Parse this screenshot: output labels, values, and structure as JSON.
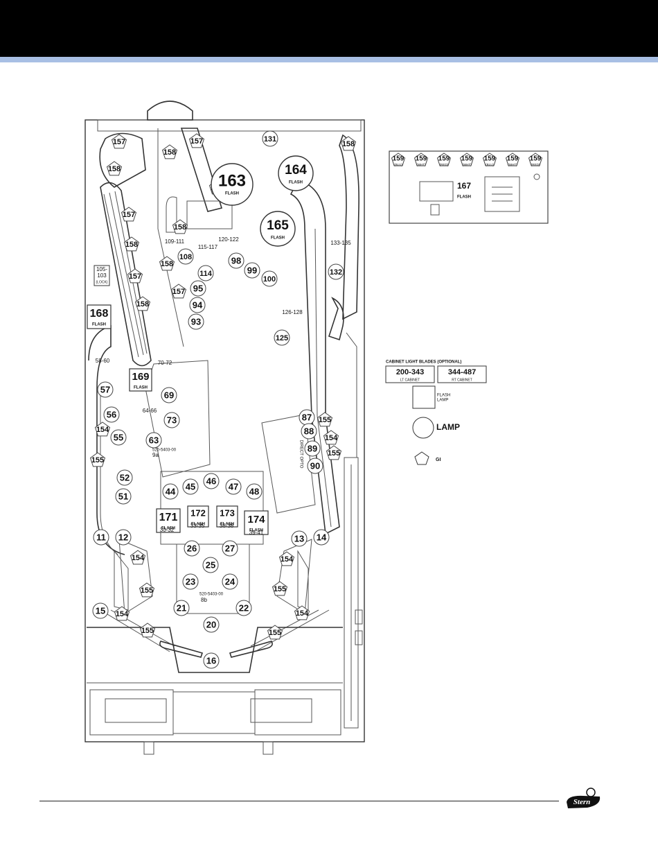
{
  "lamps": [
    {
      "id": "l157a",
      "t": "157"
    },
    {
      "id": "l158a",
      "t": "158"
    },
    {
      "id": "l157b",
      "t": "157"
    },
    {
      "id": "l131",
      "t": "131"
    },
    {
      "id": "l158b",
      "t": "158"
    },
    {
      "id": "l158c",
      "t": "158"
    },
    {
      "id": "l158d",
      "t": "158"
    },
    {
      "id": "l157c",
      "t": "157"
    },
    {
      "id": "l158e",
      "t": "158"
    },
    {
      "id": "l158f",
      "t": "158"
    },
    {
      "id": "l157d",
      "t": "157"
    },
    {
      "id": "l158g",
      "t": "158"
    },
    {
      "id": "l157e",
      "t": "157"
    },
    {
      "id": "l158h",
      "t": "158"
    },
    {
      "id": "l108",
      "t": "108"
    },
    {
      "id": "l114",
      "t": "114"
    },
    {
      "id": "l95",
      "t": "95"
    },
    {
      "id": "l94",
      "t": "94"
    },
    {
      "id": "l93",
      "t": "93"
    },
    {
      "id": "l98",
      "t": "98"
    },
    {
      "id": "l99",
      "t": "99"
    },
    {
      "id": "l100",
      "t": "100"
    },
    {
      "id": "l132",
      "t": "132"
    },
    {
      "id": "l125",
      "t": "125"
    },
    {
      "id": "l57",
      "t": "57"
    },
    {
      "id": "l56",
      "t": "56"
    },
    {
      "id": "l55",
      "t": "55"
    },
    {
      "id": "l154a",
      "t": "154"
    },
    {
      "id": "l155a",
      "t": "155"
    },
    {
      "id": "l69",
      "t": "69"
    },
    {
      "id": "l73",
      "t": "73"
    },
    {
      "id": "l63",
      "t": "63"
    },
    {
      "id": "l52",
      "t": "52"
    },
    {
      "id": "l51",
      "t": "51"
    },
    {
      "id": "l44",
      "t": "44"
    },
    {
      "id": "l45",
      "t": "45"
    },
    {
      "id": "l46",
      "t": "46"
    },
    {
      "id": "l47",
      "t": "47"
    },
    {
      "id": "l48",
      "t": "48"
    },
    {
      "id": "l87",
      "t": "87"
    },
    {
      "id": "l88",
      "t": "88"
    },
    {
      "id": "l89",
      "t": "89"
    },
    {
      "id": "l90",
      "t": "90"
    },
    {
      "id": "l155b",
      "t": "155"
    },
    {
      "id": "l154b",
      "t": "154"
    },
    {
      "id": "l155c",
      "t": "155"
    },
    {
      "id": "l11",
      "t": "11"
    },
    {
      "id": "l12",
      "t": "12"
    },
    {
      "id": "l13",
      "t": "13"
    },
    {
      "id": "l14",
      "t": "14"
    },
    {
      "id": "l154c",
      "t": "154"
    },
    {
      "id": "l155d",
      "t": "155"
    },
    {
      "id": "l154d",
      "t": "154"
    },
    {
      "id": "l155e",
      "t": "155"
    },
    {
      "id": "l26",
      "t": "26"
    },
    {
      "id": "l27",
      "t": "27"
    },
    {
      "id": "l25",
      "t": "25"
    },
    {
      "id": "l23",
      "t": "23"
    },
    {
      "id": "l24",
      "t": "24"
    },
    {
      "id": "l21",
      "t": "21"
    },
    {
      "id": "l22",
      "t": "22"
    },
    {
      "id": "l15",
      "t": "15"
    },
    {
      "id": "l154e",
      "t": "154"
    },
    {
      "id": "l155f",
      "t": "155"
    },
    {
      "id": "l20",
      "t": "20"
    },
    {
      "id": "l155g",
      "t": "155"
    },
    {
      "id": "l154f",
      "t": "154"
    },
    {
      "id": "l16",
      "t": "16"
    }
  ],
  "flash": [
    {
      "id": "f163",
      "t": "163",
      "s": "FLASH"
    },
    {
      "id": "f164",
      "t": "164",
      "s": "FLASH"
    },
    {
      "id": "f165",
      "t": "165",
      "s": "FLASH"
    },
    {
      "id": "f168",
      "t": "168",
      "s": "FLASH"
    },
    {
      "id": "f169",
      "t": "169",
      "s": "FLASH"
    },
    {
      "id": "f171",
      "t": "171",
      "s": "FLASH"
    },
    {
      "id": "f172",
      "t": "172",
      "s": "FLASH"
    },
    {
      "id": "f173",
      "t": "173",
      "s": "FLASH"
    },
    {
      "id": "f174",
      "t": "174",
      "s": "FLASH"
    },
    {
      "id": "f167",
      "t": "167",
      "s": "FLASH"
    }
  ],
  "small_labels": {
    "r109_111": "109-111",
    "r115_117": "115-117",
    "r120_122": "120-122",
    "r133_135": "133-135",
    "r126_128": "126-128",
    "r70_72": "70-72",
    "r64_66": "64-66",
    "r58_60": "58-60",
    "r105_103a": "105-",
    "r105_103b": "103",
    "r105_103c": "(LOCK)",
    "r30_32": "30-32",
    "r33_35": "33-35",
    "r36_38": "36-38",
    "r39_41": "39-41",
    "pcb9a": "520-5403-00",
    "pcb9b": "9a",
    "pcb8a": "520-5403-00",
    "pcb8b": "8b",
    "pcbDirOpto": "DIRECT OPTO"
  },
  "backbox": [
    {
      "t": "159",
      "c": "(BLU)"
    },
    {
      "t": "159",
      "c": "(WHT)"
    },
    {
      "t": "159",
      "c": "(RED)"
    },
    {
      "t": "159",
      "c": "(WHT)"
    },
    {
      "t": "159",
      "c": "(BLU)"
    },
    {
      "t": "159",
      "c": "(WHT)"
    },
    {
      "t": "159",
      "c": "(RED)"
    }
  ],
  "legend": {
    "cabinet_title": "CABINET LIGHT BLADES (OPTIONAL)",
    "left_range": "200-343",
    "left_caption": "LT CABINET",
    "right_range": "344-487",
    "right_caption": "RT CABINET",
    "flash_lamp_a": "FLASH",
    "flash_lamp_b": "LAMP",
    "lamp": "LAMP",
    "gi": "GI"
  },
  "logo_text": "Stern"
}
